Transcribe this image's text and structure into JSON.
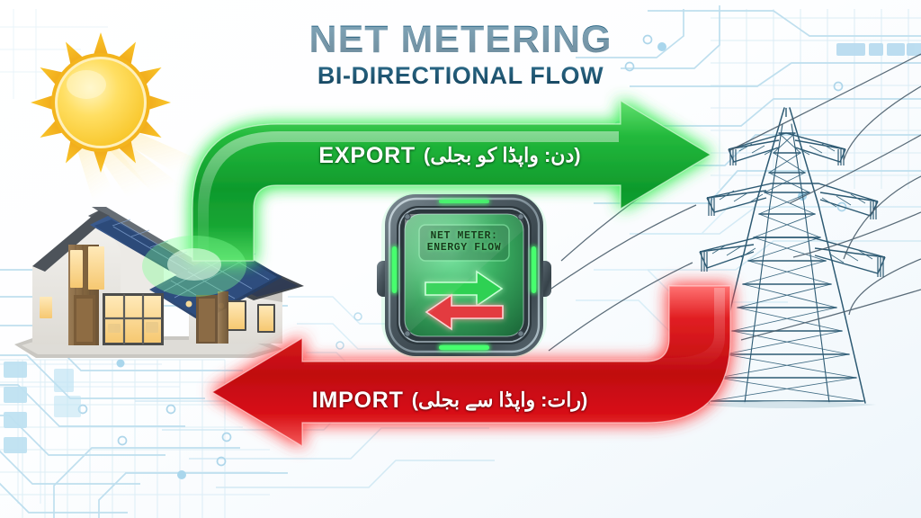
{
  "header": {
    "title": "NET METERING",
    "subtitle": "BI-DIRECTIONAL FLOW",
    "title_color": "#16506e"
  },
  "flows": {
    "export": {
      "label_en": "EXPORT",
      "label_ur": "(دن: واپڈا کو بجلی)",
      "direction": "house-to-grid",
      "color": "#1aa537",
      "glow_color": "#5cff7a"
    },
    "import": {
      "label_en": "IMPORT",
      "label_ur": "(رات: واپڈا سے بجلی)",
      "direction": "grid-to-house",
      "color": "#d81116",
      "glow_color": "#ff6b6b"
    }
  },
  "meter": {
    "display_line1": "NET METER:",
    "display_line2": "ENERGY FLOW",
    "screen_color": "#3faa5c",
    "body_color": "#46545c",
    "export_arrow_color": "#3ddc57",
    "import_arrow_color": "#e8393f"
  },
  "scene": {
    "sun": {
      "name": "sun",
      "color": "#f5b81e",
      "core_color": "#ffd94a"
    },
    "house": {
      "name": "solar-powered-house",
      "roof_color": "#4a4f55",
      "panel_color": "#2b4a7a"
    },
    "pylon": {
      "name": "transmission-tower",
      "color": "#2c5a72"
    },
    "background": {
      "name": "circuit-board-pattern",
      "trace_color": "#bfe0ef",
      "chip_color": "#aed8ee"
    }
  }
}
